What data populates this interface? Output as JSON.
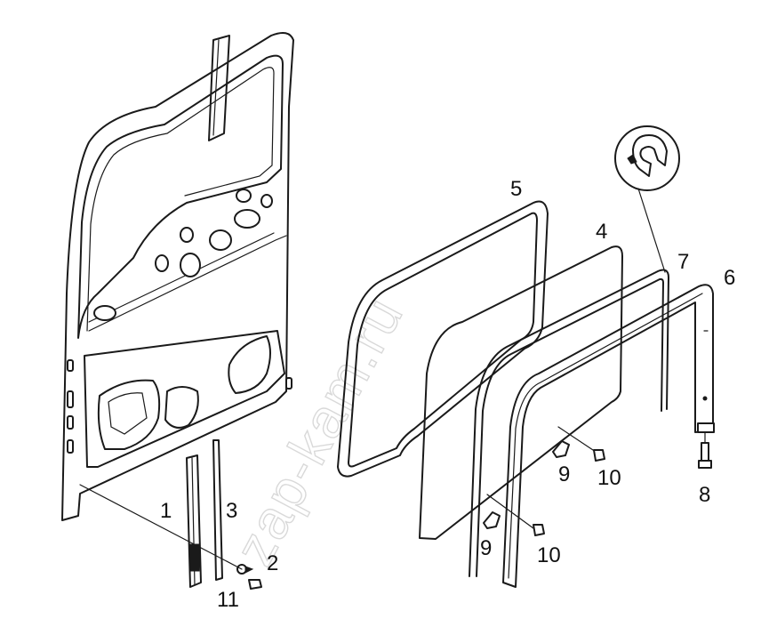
{
  "watermark": "zap-kam.ru",
  "callouts": [
    {
      "id": "1",
      "label": "1"
    },
    {
      "id": "2",
      "label": "2"
    },
    {
      "id": "3",
      "label": "3"
    },
    {
      "id": "4",
      "label": "4"
    },
    {
      "id": "5",
      "label": "5"
    },
    {
      "id": "6",
      "label": "6"
    },
    {
      "id": "7",
      "label": "7"
    },
    {
      "id": "8",
      "label": "8"
    },
    {
      "id": "9a",
      "label": "9"
    },
    {
      "id": "9b",
      "label": "9"
    },
    {
      "id": "10a",
      "label": "10"
    },
    {
      "id": "10b",
      "label": "10"
    },
    {
      "id": "11",
      "label": "11"
    }
  ]
}
